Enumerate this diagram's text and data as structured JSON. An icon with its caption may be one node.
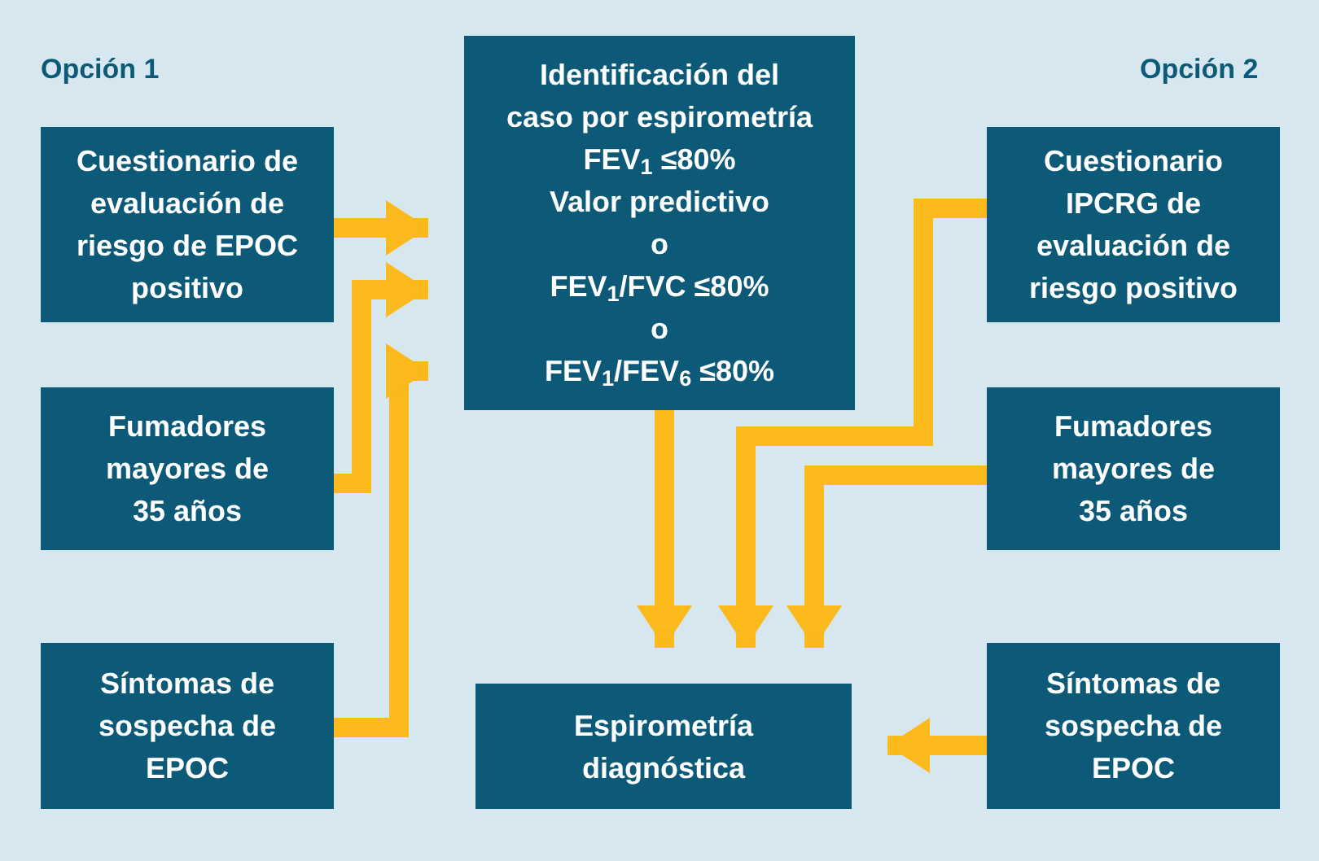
{
  "diagram": {
    "nodes": [
      {
        "text": [
          "Cuestionario de evaluación de riesgo de EPOC positivo"
        ]
      },
      {
        "text": [
          "Fumadores mayores de 35 años"
        ]
      },
      {
        "text": [
          "Síntomas de sospecha de EPOC"
        ]
      },
      {
        "text": [
          "Identificación del caso por espirometría",
          "FEV$_{1}$ ≤80%",
          "Valor predictivo",
          "o",
          "FEV$_{1}$/FVC ≤80%",
          "o",
          "FEV$_{1}$/FEV$_{6}$ ≤80%"
        ]
      },
      {
        "text": [
          "Cuestionario IPCRG de evaluación de riesgo positivo"
        ]
      },
      {
        "text": [
          "Fumadores mayores de 35 años"
        ]
      },
      {
        "text": [
          "Síntomas de sospecha de EPOC"
        ]
      },
      {
        "text": [
          "Espirometría diagnóstica"
        ]
      }
    ],
    "edges": [
      {
        "from": 0,
        "to": 3,
        "arrow": "to"
      },
      {
        "from": 1,
        "to": 3,
        "arrow": "to"
      },
      {
        "from": 2,
        "to": 3,
        "arrow": "to"
      },
      {
        "from": 3,
        "to": 7,
        "arrow": "to"
      },
      {
        "from": 4,
        "to": 7,
        "arrow": "to"
      },
      {
        "from": 5,
        "to": 7,
        "arrow": "to"
      },
      {
        "from": 6,
        "to": 7,
        "arrow": "to"
      }
    ],
    "labels": [
      "Opción 1",
      "Opción 2"
    ]
  }
}
